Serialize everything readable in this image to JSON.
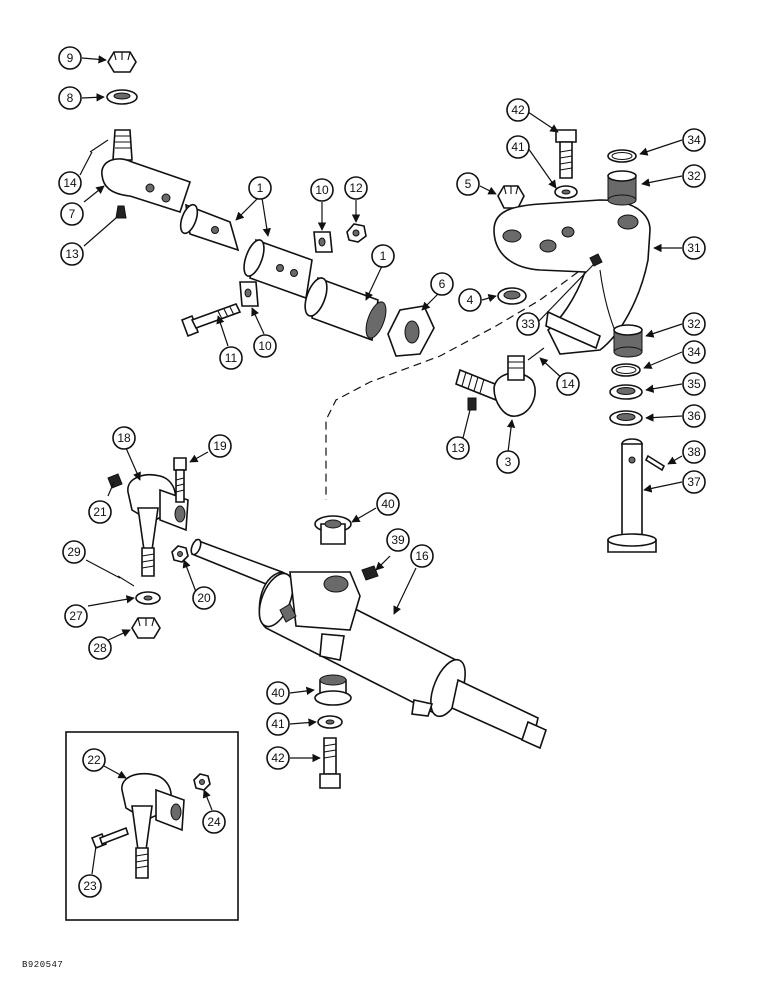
{
  "figure_code": "B920547",
  "callouts": [
    "9",
    "8",
    "14",
    "7",
    "13",
    "1",
    "10",
    "12",
    "11",
    "10",
    "1",
    "6",
    "5",
    "42",
    "41",
    "34",
    "32",
    "31",
    "4",
    "33",
    "32",
    "34",
    "14",
    "35",
    "36",
    "13",
    "3",
    "38",
    "37",
    "18",
    "19",
    "21",
    "29",
    "27",
    "28",
    "20",
    "40",
    "39",
    "16",
    "40",
    "41",
    "42",
    "22",
    "24",
    "23"
  ]
}
